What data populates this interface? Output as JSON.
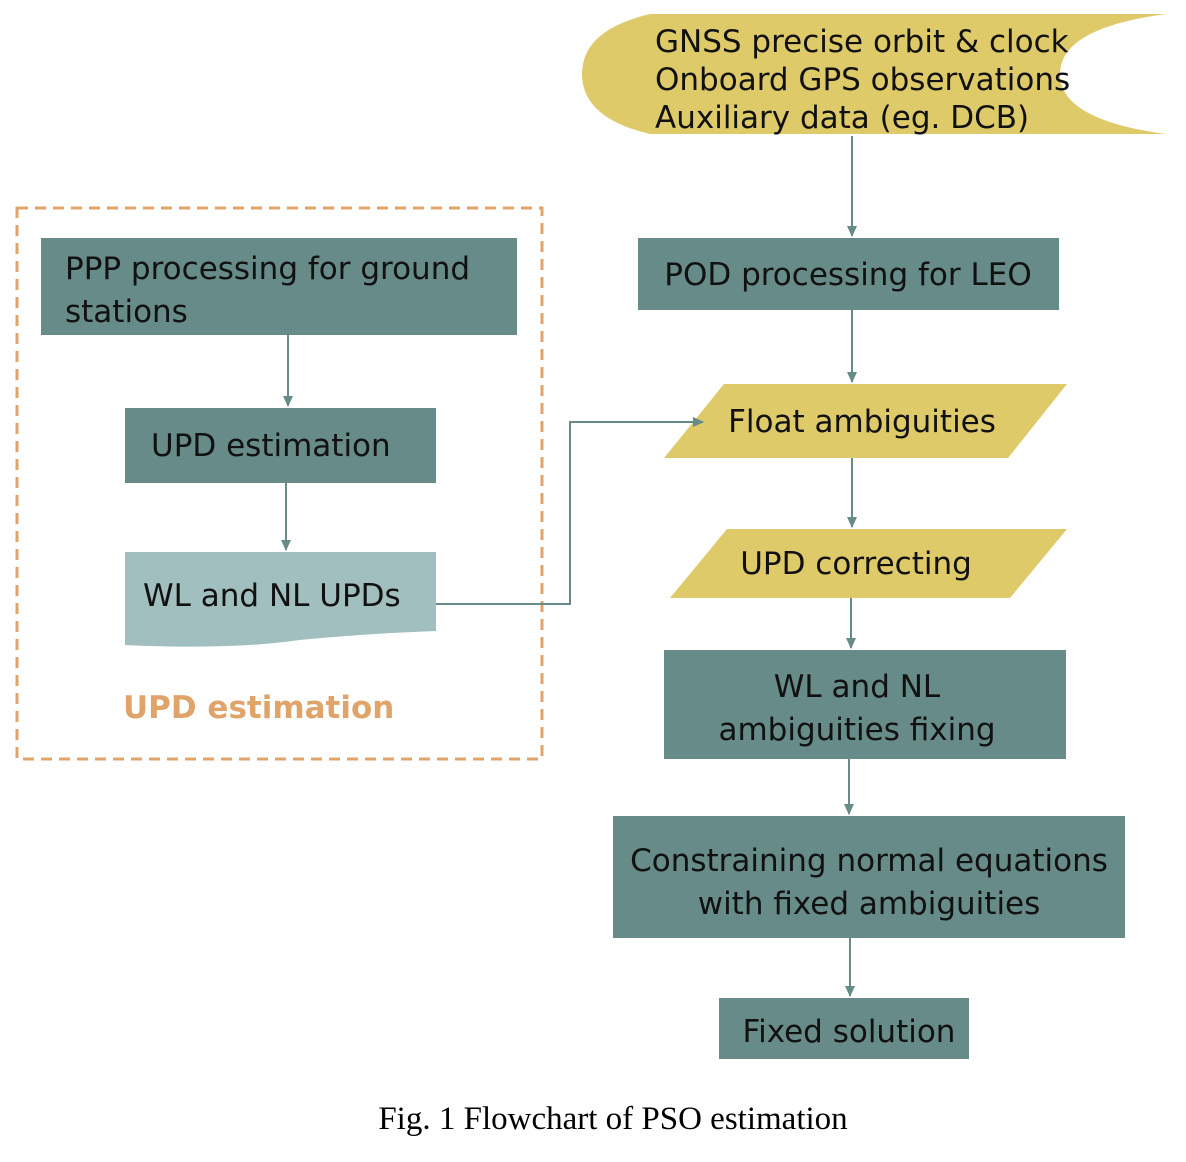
{
  "colors": {
    "process_fill": "#678b88",
    "data_fill": "#dfca6a",
    "document_fill": "#a2bfbf",
    "group_border": "#e0a46a",
    "arrow": "#678b88"
  },
  "input": {
    "lines": [
      "GNSS precise orbit & clock",
      "Onboard GPS observations",
      "Auxiliary data (eg. DCB)"
    ]
  },
  "upd_group": {
    "label": "UPD estimation",
    "ppp": {
      "lines": [
        "PPP processing for ground",
        "stations"
      ]
    },
    "upd_estimation": {
      "label": "UPD estimation"
    },
    "wl_nl_upds": {
      "label": "WL and NL UPDs"
    }
  },
  "main_flow": {
    "pod": {
      "label": "POD processing for LEO"
    },
    "float_amb": {
      "label": "Float ambiguities"
    },
    "upd_correcting": {
      "label": "UPD correcting"
    },
    "amb_fixing": {
      "lines": [
        "WL and NL",
        "ambiguities fixing"
      ]
    },
    "constraining": {
      "lines": [
        "Constraining normal equations",
        "with fixed ambiguities"
      ]
    },
    "fixed_solution": {
      "label": "Fixed solution"
    }
  },
  "caption": "Fig. 1 Flowchart of PSO estimation"
}
